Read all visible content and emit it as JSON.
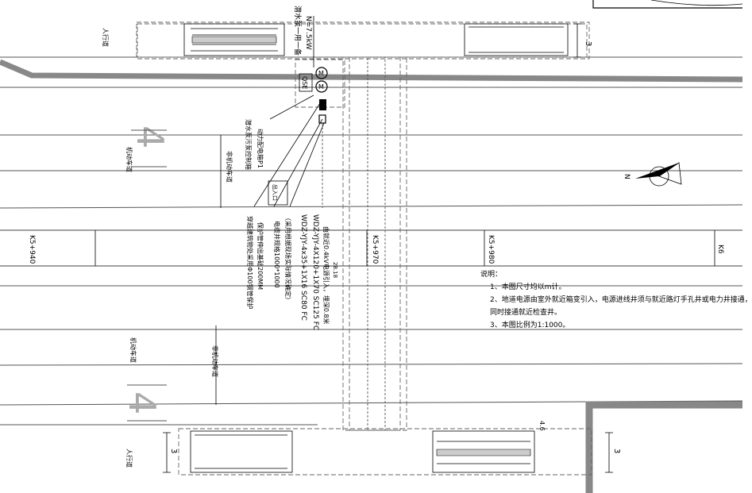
{
  "labels": {
    "pump": "潜水泵一用一备",
    "pump_power": "N=7.5kW",
    "qse": "QSE",
    "motor": "M",
    "pump_ctrl": "潜水泵污泵控制箱",
    "dist_box": "动力配电箱P1",
    "protect_pipe": "穿越建筑物处采用Φ100钢管保护",
    "protect_pipe2": "保护管伸出基础200MM",
    "well": "电缆井规格1000*1000",
    "well_note": "（采用根据现场实际情况确定）",
    "cable1": "WDZ-YJY-4x35+1X16 SC80 FC",
    "cable2": "WDZ-YJY-4X120+1X70 SC125 FC",
    "cable_src": "由就近0.4kV电源引入，埋深0.8米",
    "station_left": "K5+940",
    "station_mid": "K5+970",
    "station_right": "K5+980",
    "station_far": "K6",
    "ped_top": "人行道",
    "ped_bottom": "人行道",
    "lane_top_left": "机动车道",
    "lane_top_right": "非机动车道",
    "lane_bottom_left": "机动车道",
    "lane_bottom_right": "非机动车道",
    "dim_3": "3",
    "small_box": "出入口",
    "dim_28": "28.18",
    "dim_46": "4.6"
  },
  "notes": {
    "title": "说明：",
    "items": [
      "1、本图尺寸均以m计。",
      "2、地道电源由室外就近箱变引入，电源进线井须与就近路灯手孔井或电力井接通，",
      "    同时接通就近检查井。",
      "3、本图比例为1:1000。"
    ]
  },
  "compass": {
    "label": "N"
  }
}
